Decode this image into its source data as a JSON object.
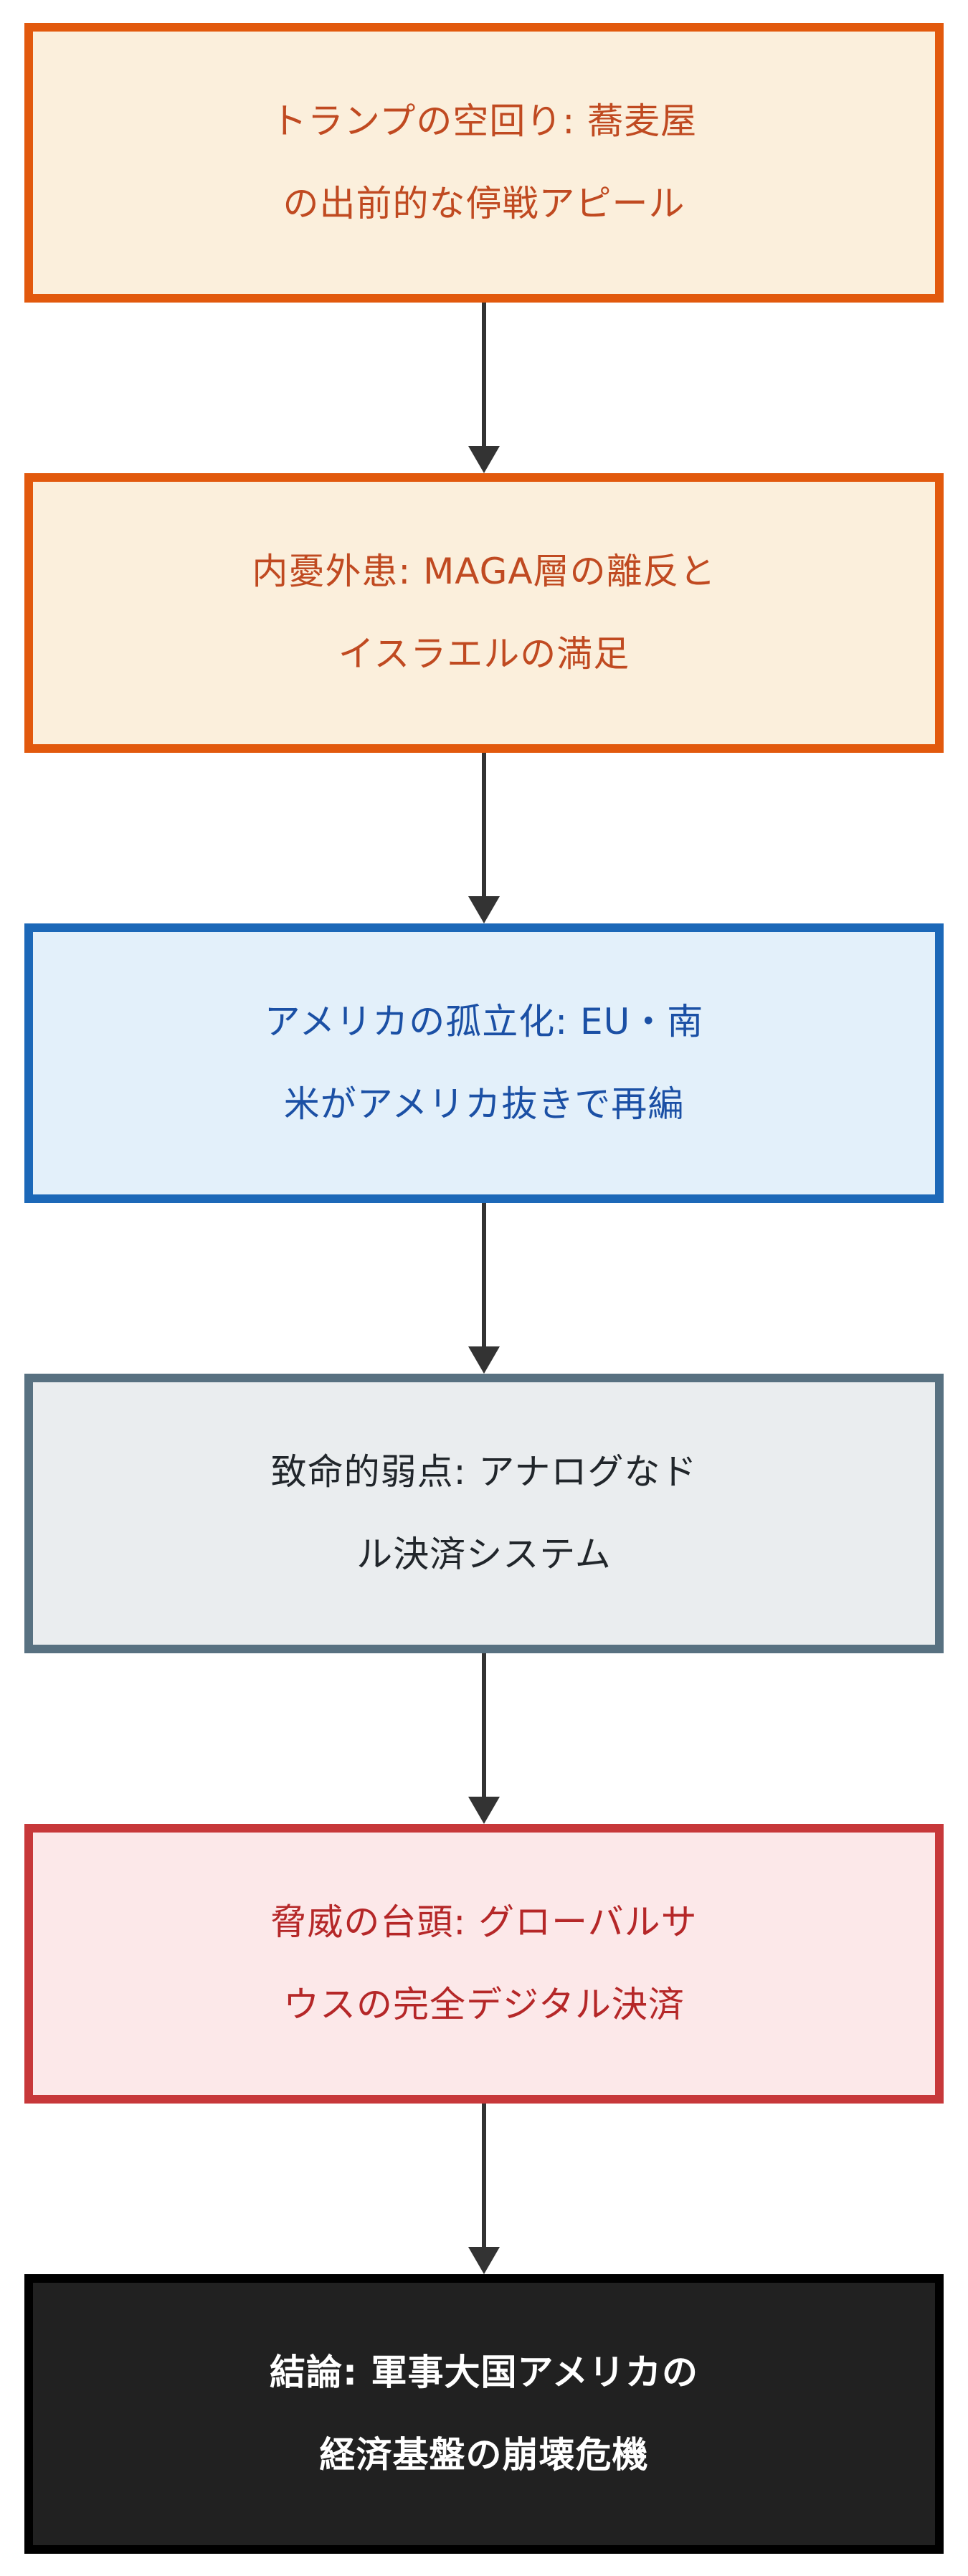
{
  "page": {
    "background_color": "#FFFFFF"
  },
  "diagram": {
    "type": "flowchart-top-down",
    "arrow_color": "#333333",
    "nodes": [
      {
        "id": "trump-ceasefire-appeal",
        "label": "トランプの空回り: 蕎麦屋の出前的な停戦アピール",
        "lines": [
          "トランプの空回り: 蕎麦屋",
          "の出前的な停戦アピール"
        ],
        "fill": "#FBEFDC",
        "border": "#E2590D",
        "text_color": "#C04A21",
        "font_weight": "400"
      },
      {
        "id": "internal-external-troubles",
        "label": "内憂外患: MAGA層の離反とイスラエルの満足",
        "lines": [
          "内憂外患: MAGA層の離反と",
          "イスラエルの満足"
        ],
        "fill": "#FBEFDC",
        "border": "#E2590D",
        "text_color": "#C04A21",
        "font_weight": "400"
      },
      {
        "id": "us-isolation",
        "label": "アメリカの孤立化: EU・南米がアメリカ抜きで再編",
        "lines": [
          "アメリカの孤立化: EU・南",
          "米がアメリカ抜きで再編"
        ],
        "fill": "#E3F0FA",
        "border": "#1C68B8",
        "text_color": "#1B50A5",
        "font_weight": "400"
      },
      {
        "id": "fatal-weakness",
        "label": "致命的弱点: アナログなドル決済システム",
        "lines": [
          "致命的弱点: アナログなド",
          "ル決済システム"
        ],
        "fill": "#EAEDEF",
        "border": "#587181",
        "text_color": "#21262B",
        "font_weight": "400"
      },
      {
        "id": "threat-rise",
        "label": "脅威の台頭: グローバルサウスの完全デジタル決済",
        "lines": [
          "脅威の台頭: グローバルサ",
          "ウスの完全デジタル決済"
        ],
        "fill": "#FCE8E9",
        "border": "#C7383A",
        "text_color": "#B52728",
        "font_weight": "400"
      },
      {
        "id": "conclusion-collapse-risk",
        "label": "結論: 軍事大国アメリカの経済基盤の崩壊危機",
        "lines": [
          "結論: 軍事大国アメリカの",
          "経済基盤の崩壊危機"
        ],
        "fill": "#212121",
        "border": "#000000",
        "text_color": "#FFFFFF",
        "font_weight": "700"
      }
    ]
  }
}
